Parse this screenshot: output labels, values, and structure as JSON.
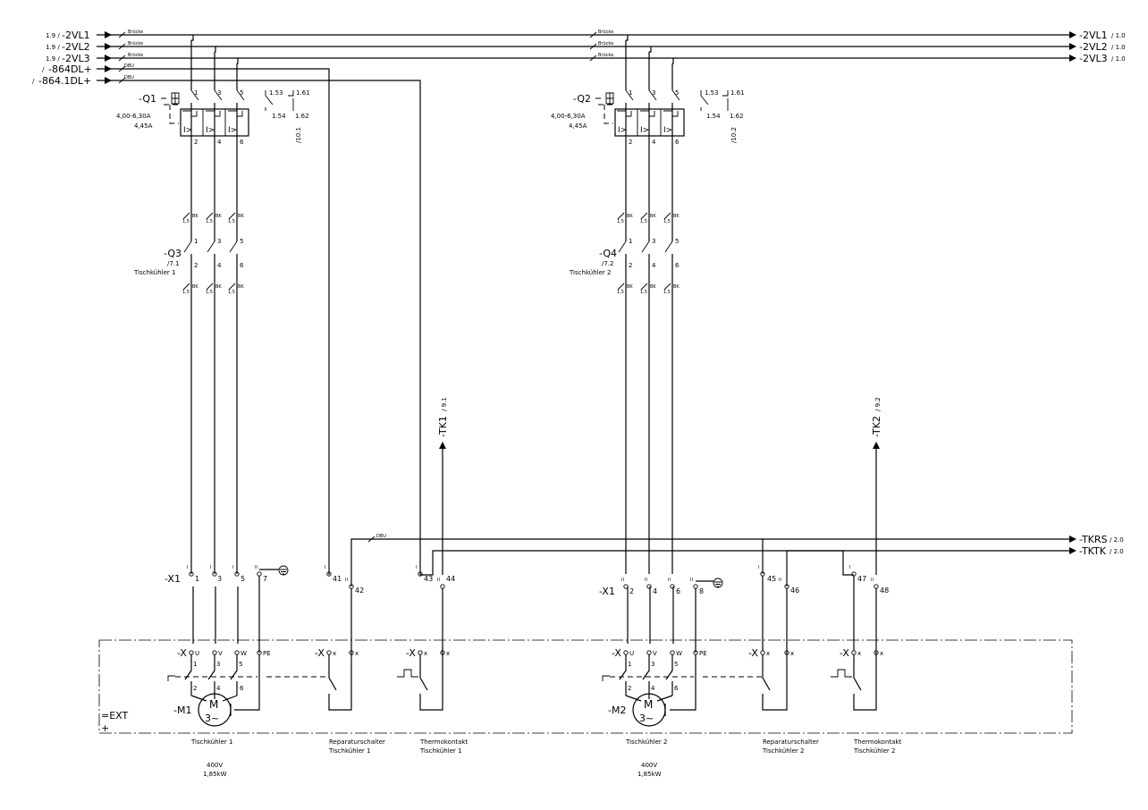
{
  "colors": {
    "line": "#000000",
    "background": "#ffffff"
  },
  "incoming": [
    {
      "ref": "1.9 /",
      "name": "-2VL1",
      "bridge": "Brücke"
    },
    {
      "ref": "1.9 /",
      "name": "-2VL2",
      "bridge": "Brücke"
    },
    {
      "ref": "1.9 /",
      "name": "-2VL3",
      "bridge": "Brücke"
    },
    {
      "ref": "/",
      "name": "-864DL+",
      "bridge": "DBU"
    },
    {
      "ref": "/",
      "name": "-864.1DL+",
      "bridge": "DBU"
    }
  ],
  "outgoing": [
    {
      "name": "-2VL1",
      "ref": "/ 1.0"
    },
    {
      "name": "-2VL2",
      "ref": "/ 1.0"
    },
    {
      "name": "-2VL3",
      "ref": "/ 1.0"
    },
    {
      "name": "-TKRS",
      "ref": "/ 2.0"
    },
    {
      "name": "-TKTK",
      "ref": "/ 2.0"
    }
  ],
  "midbridges": [
    "Brücke",
    "Brücke",
    "Brücke"
  ],
  "tkrs_bridge": "DBU",
  "breakers": [
    {
      "tag": "-Q1",
      "range": "4,00-6,30A",
      "setting": "4,45A",
      "poles_top": [
        "1",
        "3",
        "5"
      ],
      "poles_bottom": [
        "2",
        "4",
        "6"
      ],
      "trip": "I>",
      "aux": [
        "1.53",
        "1.61",
        "1.54",
        "1.62"
      ],
      "ref": "/10.1"
    },
    {
      "tag": "-Q2",
      "range": "4,00-6,30A",
      "setting": "4,45A",
      "poles_top": [
        "1",
        "3",
        "5"
      ],
      "poles_bottom": [
        "2",
        "4",
        "6"
      ],
      "trip": "I>",
      "aux": [
        "1.53",
        "1.61",
        "1.54",
        "1.62"
      ],
      "ref": "/10.2"
    }
  ],
  "contactors": [
    {
      "tag": "-Q3",
      "ref": "/7.1",
      "desc": "Tischkühler 1",
      "top": [
        "1",
        "3",
        "5"
      ],
      "bottom": [
        "2",
        "4",
        "6"
      ],
      "wire": "BK",
      "cs": "1,5"
    },
    {
      "tag": "-Q4",
      "ref": "/7.2",
      "desc": "Tischkühler 2",
      "top": [
        "1",
        "3",
        "5"
      ],
      "bottom": [
        "2",
        "4",
        "6"
      ],
      "wire": "BK",
      "cs": "1,5"
    }
  ],
  "thermo_arrows": [
    {
      "tag": "-TK1",
      "ref": "/ 9.1"
    },
    {
      "tag": "-TK2",
      "ref": "/ 9.2"
    }
  ],
  "terminal_strips": [
    {
      "tag": "-X1",
      "terms": [
        "1",
        "3",
        "5",
        "7",
        "41",
        "42",
        "43",
        "44"
      ],
      "marks": [
        "I",
        "II"
      ]
    },
    {
      "tag": "-X1",
      "terms": [
        "2",
        "4",
        "6",
        "8",
        "45",
        "46",
        "47",
        "48"
      ],
      "marks": [
        "I",
        "II"
      ]
    }
  ],
  "devices": [
    {
      "x_tag": "-X",
      "terms": [
        "U",
        "V",
        "W",
        "PE"
      ],
      "wires": [
        "1",
        "3",
        "5"
      ],
      "motor_wires": [
        "2",
        "4",
        "6"
      ],
      "motor_tag": "-M1",
      "motor_letter": "M",
      "motor_phase": "3~",
      "title": "Tischkühler 1",
      "voltage": "400V",
      "power": "1,85kW"
    },
    {
      "x_tag": "-X",
      "terms": [
        "U",
        "V",
        "W",
        "PE"
      ],
      "wires": [
        "1",
        "3",
        "5"
      ],
      "motor_wires": [
        "2",
        "4",
        "6"
      ],
      "motor_tag": "-M2",
      "motor_letter": "M",
      "motor_phase": "3~",
      "title": "Tischkühler 2",
      "voltage": "400V",
      "power": "1,85kW"
    }
  ],
  "switches": [
    {
      "x_tag": "-X",
      "term": "x",
      "line1": "Reparaturschalter",
      "line2": "Tischkühler 1"
    },
    {
      "x_tag": "-X",
      "term": "x",
      "line1": "Thermokontakt",
      "line2": "Tischkühler 1"
    },
    {
      "x_tag": "-X",
      "term": "x",
      "line1": "Reparaturschalter",
      "line2": "Tischkühler 2"
    },
    {
      "x_tag": "-X",
      "term": "x",
      "line1": "Thermokontakt",
      "line2": "Tischkühler 2"
    }
  ],
  "ext": {
    "label": "=EXT",
    "plus": "+"
  }
}
